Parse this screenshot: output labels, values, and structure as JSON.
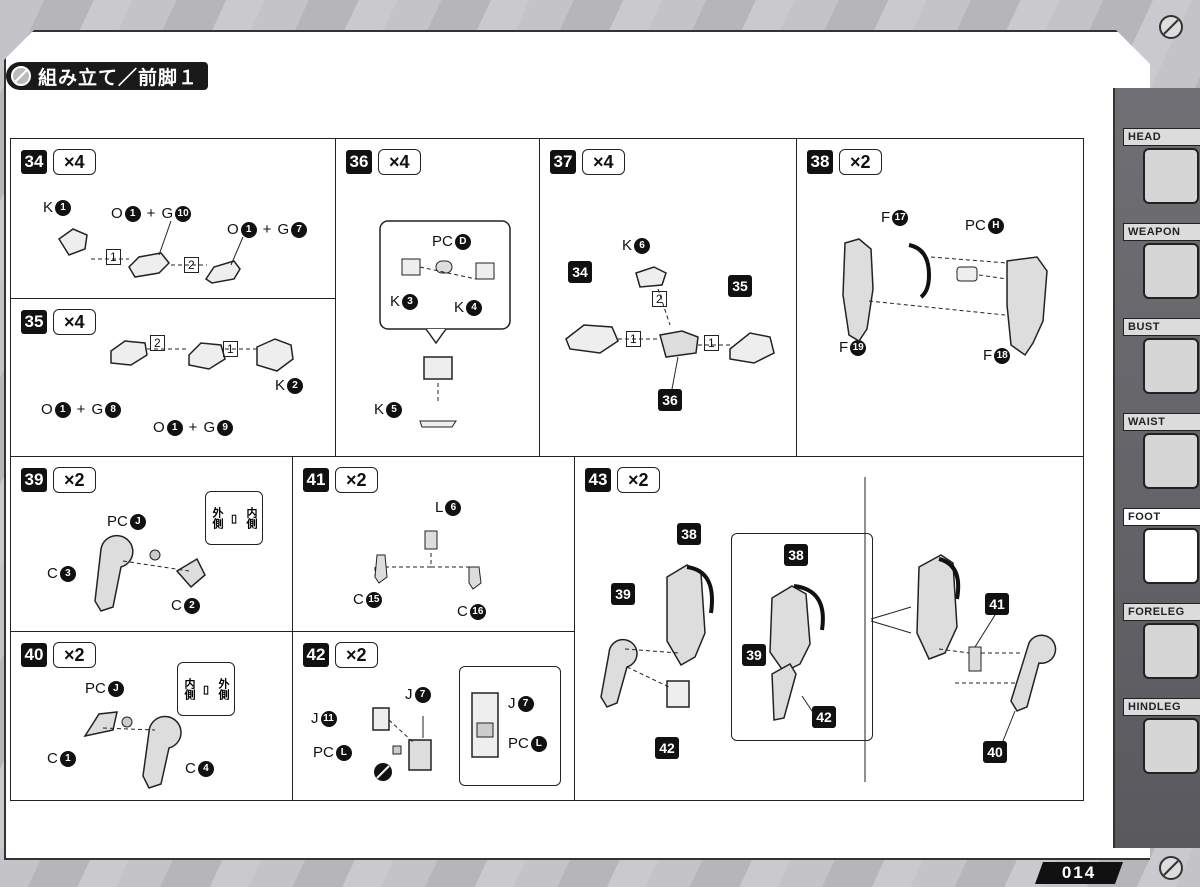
{
  "title": "組み立て／前脚１",
  "steps": {
    "s34": {
      "num": "34",
      "mult": "×4",
      "parts": [
        {
          "letter": "K",
          "num": "1"
        },
        {
          "letter": "O",
          "num": "1"
        },
        {
          "letter": "G",
          "num": "10"
        },
        {
          "letter": "O",
          "num": "1"
        },
        {
          "letter": "G",
          "num": "7"
        }
      ],
      "order": [
        "1",
        "2"
      ]
    },
    "s35": {
      "num": "35",
      "mult": "×4",
      "parts": [
        {
          "letter": "O",
          "num": "1"
        },
        {
          "letter": "G",
          "num": "8"
        },
        {
          "letter": "O",
          "num": "1"
        },
        {
          "letter": "G",
          "num": "9"
        },
        {
          "letter": "K",
          "num": "2"
        }
      ],
      "order": [
        "2",
        "1"
      ]
    },
    "s36": {
      "num": "36",
      "mult": "×4",
      "parts": [
        {
          "letter": "PC",
          "num": "D"
        },
        {
          "letter": "K",
          "num": "3"
        },
        {
          "letter": "K",
          "num": "4"
        },
        {
          "letter": "K",
          "num": "5"
        }
      ]
    },
    "s37": {
      "num": "37",
      "mult": "×4",
      "parts": [
        {
          "letter": "K",
          "num": "6"
        }
      ],
      "refs": [
        "34",
        "35",
        "36"
      ],
      "order": [
        "2",
        "1",
        "1"
      ]
    },
    "s38": {
      "num": "38",
      "mult": "×2",
      "parts": [
        {
          "letter": "F",
          "num": "17"
        },
        {
          "letter": "PC",
          "num": "H"
        },
        {
          "letter": "F",
          "num": "19"
        },
        {
          "letter": "F",
          "num": "18"
        }
      ]
    },
    "s39": {
      "num": "39",
      "mult": "×2",
      "parts": [
        {
          "letter": "PC",
          "num": "J"
        },
        {
          "letter": "C",
          "num": "3"
        },
        {
          "letter": "C",
          "num": "2"
        }
      ],
      "inset": [
        "外側",
        "内側"
      ]
    },
    "s40": {
      "num": "40",
      "mult": "×2",
      "parts": [
        {
          "letter": "PC",
          "num": "J"
        },
        {
          "letter": "C",
          "num": "1"
        },
        {
          "letter": "C",
          "num": "4"
        }
      ],
      "inset": [
        "内側",
        "外側"
      ]
    },
    "s41": {
      "num": "41",
      "mult": "×2",
      "parts": [
        {
          "letter": "L",
          "num": "6"
        },
        {
          "letter": "C",
          "num": "15"
        },
        {
          "letter": "C",
          "num": "16"
        }
      ]
    },
    "s42": {
      "num": "42",
      "mult": "×2",
      "parts": [
        {
          "letter": "J",
          "num": "11"
        },
        {
          "letter": "J",
          "num": "7"
        },
        {
          "letter": "PC",
          "num": "L"
        },
        {
          "letter": "J",
          "num": "7"
        },
        {
          "letter": "PC",
          "num": "L"
        }
      ]
    },
    "s43": {
      "num": "43",
      "mult": "×2",
      "refs": [
        "38",
        "39",
        "42",
        "38",
        "39",
        "42",
        "41",
        "40"
      ]
    }
  },
  "sidebar": [
    {
      "label": "HEAD",
      "icon": "head-icon",
      "active": false
    },
    {
      "label": "WEAPON",
      "icon": "weapon-icon",
      "active": false
    },
    {
      "label": "BUST",
      "icon": "bust-icon",
      "active": false
    },
    {
      "label": "WAIST",
      "icon": "waist-icon",
      "active": false
    },
    {
      "label": "FOOT",
      "icon": "foot-icon",
      "active": true
    },
    {
      "label": "FORELEG",
      "icon": "foreleg-icon",
      "active": false
    },
    {
      "label": "HINDLEG",
      "icon": "hindleg-icon",
      "active": false
    }
  ],
  "page_number": "014"
}
